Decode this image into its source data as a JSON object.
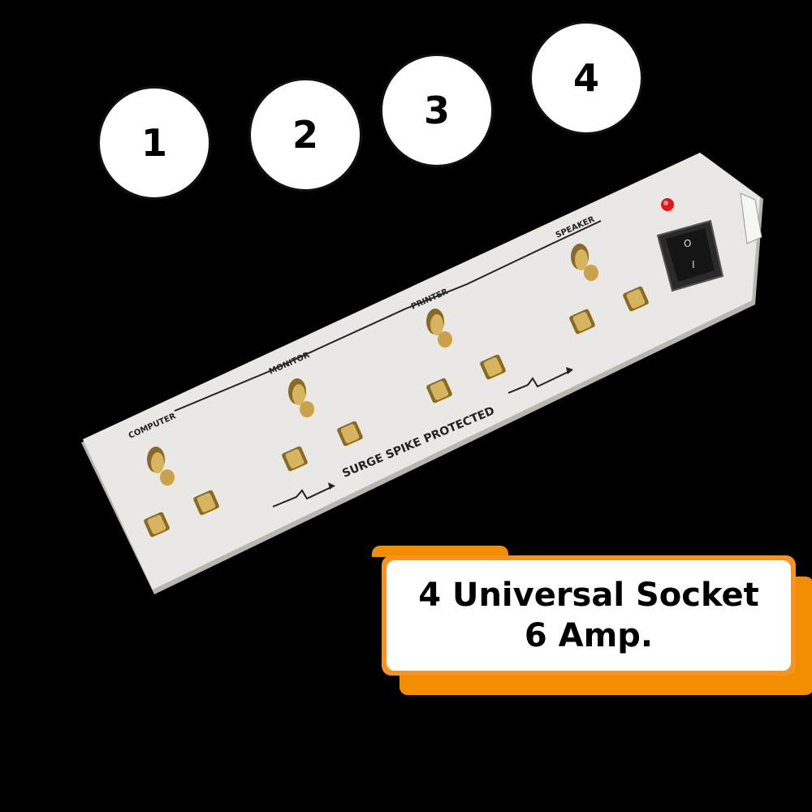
{
  "strip": {
    "body_color": "#e9e8e4",
    "brass_color": "#c9a24a",
    "switch_color": "#1b1b1b",
    "led_color": "#e4141b",
    "labels": {
      "computer": "COMPUTER",
      "monitor": "MONITOR",
      "printer": "PRINTER",
      "speaker": "SPEAKER"
    },
    "surge_text": "SURGE SPIKE PROTECTED",
    "switch_on": "I",
    "switch_off": "O"
  },
  "callouts": [
    "1",
    "2",
    "3",
    "4"
  ],
  "badge": {
    "line1": "4 Universal Socket",
    "line2": "6 Amp.",
    "accent": "#f7931e"
  }
}
